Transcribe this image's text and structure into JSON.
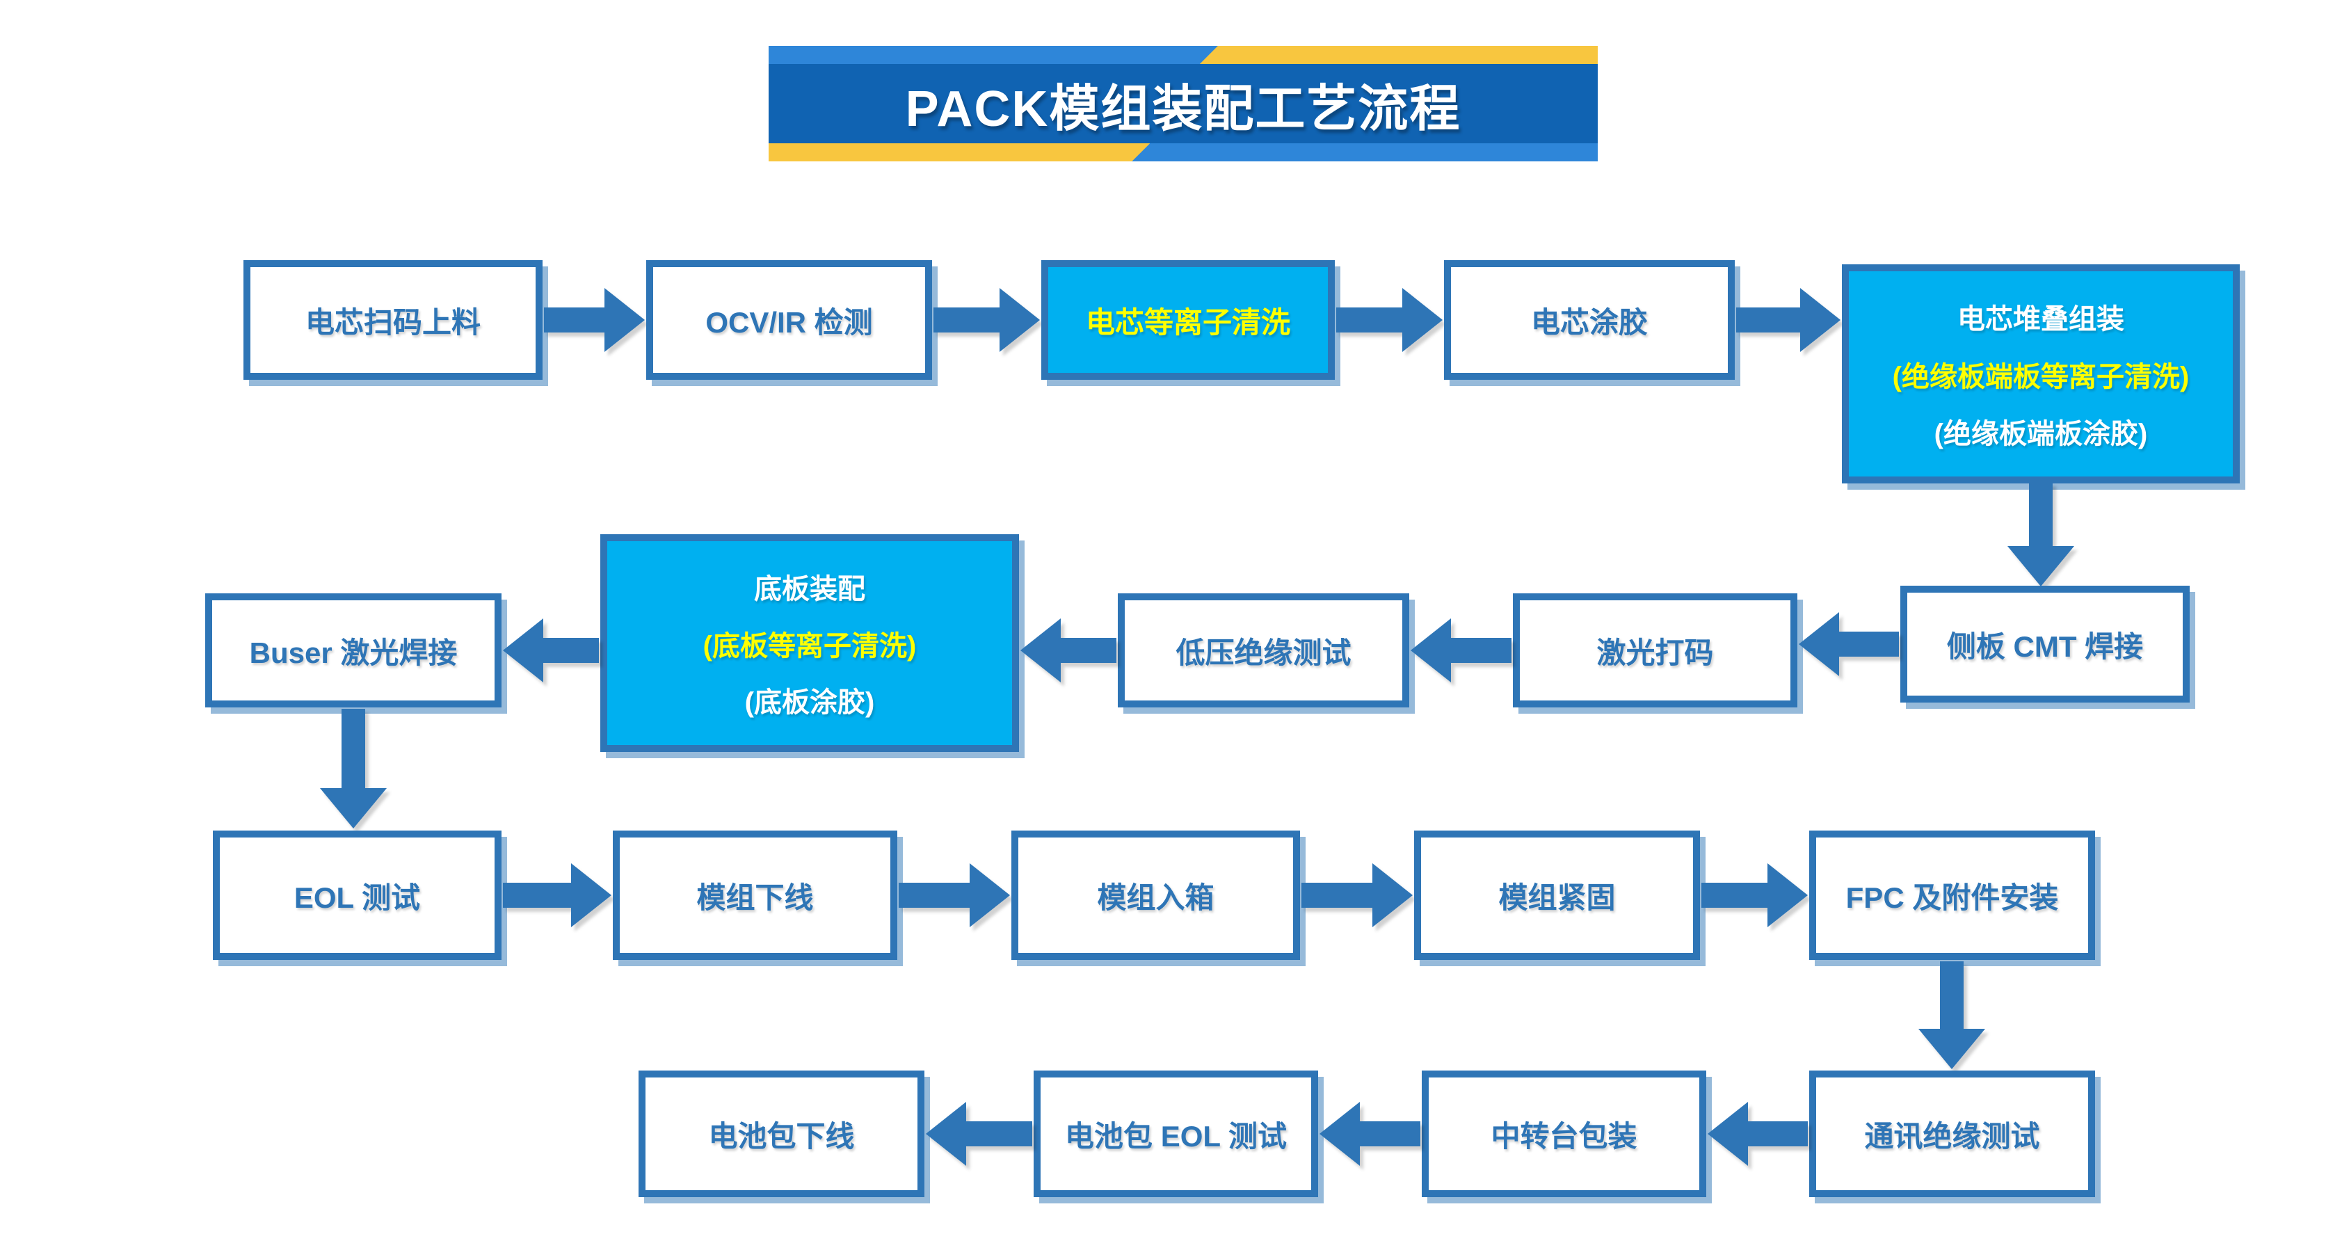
{
  "title": {
    "text": "PACK模组装配工艺流程"
  },
  "colors": {
    "node_border_blue": "#2E75B6",
    "node_fill_cyan": "#00B0F0",
    "highlight_yellow": "#FFFF00",
    "banner_blue": "#1063B2",
    "banner_light_blue": "#2E86D9",
    "banner_yellow": "#F8C63F"
  },
  "nodes": {
    "cell_scan": {
      "label": "电芯扫码上料"
    },
    "ocv_ir": {
      "label": "OCV/IR 检测"
    },
    "cell_plasma": {
      "label": "电芯等离子清洗"
    },
    "cell_glue": {
      "label": "电芯涂胶"
    },
    "cell_stack": {
      "line1": "电芯堆叠组装",
      "line2": "(绝缘板端板等离子清洗)",
      "line3": "(绝缘板端板涂胶)"
    },
    "cmt_weld": {
      "label": "侧板 CMT 焊接"
    },
    "laser_code": {
      "label": "激光打码"
    },
    "lv_test": {
      "label": "低压绝缘测试"
    },
    "baseplate": {
      "line1": "底板装配",
      "line2": "(底板等离子清洗)",
      "line3": "(底板涂胶)"
    },
    "buser_weld": {
      "label": "Buser 激光焊接"
    },
    "eol_test": {
      "label": "EOL 测试"
    },
    "module_offline": {
      "label": "模组下线"
    },
    "module_boxing": {
      "label": "模组入箱"
    },
    "module_fasten": {
      "label": "模组紧固"
    },
    "fpc_install": {
      "label": "FPC 及附件安装"
    },
    "comm_test": {
      "label": "通讯绝缘测试"
    },
    "transfer_pack": {
      "label": "中转台包装"
    },
    "pack_eol": {
      "label": "电池包 EOL 测试"
    },
    "pack_offline": {
      "label": "电池包下线"
    }
  },
  "flow_sequence": [
    "电芯扫码上料",
    "OCV/IR 检测",
    "电芯等离子清洗",
    "电芯涂胶",
    "电芯堆叠组装(绝缘板端板等离子清洗)(绝缘板端板涂胶)",
    "侧板 CMT 焊接",
    "激光打码",
    "低压绝缘测试",
    "底板装配(底板等离子清洗)(底板涂胶)",
    "Buser 激光焊接",
    "EOL 测试",
    "模组下线",
    "模组入箱",
    "模组紧固",
    "FPC 及附件安装",
    "通讯绝缘测试",
    "中转台包装",
    "电池包 EOL 测试",
    "电池包下线"
  ]
}
